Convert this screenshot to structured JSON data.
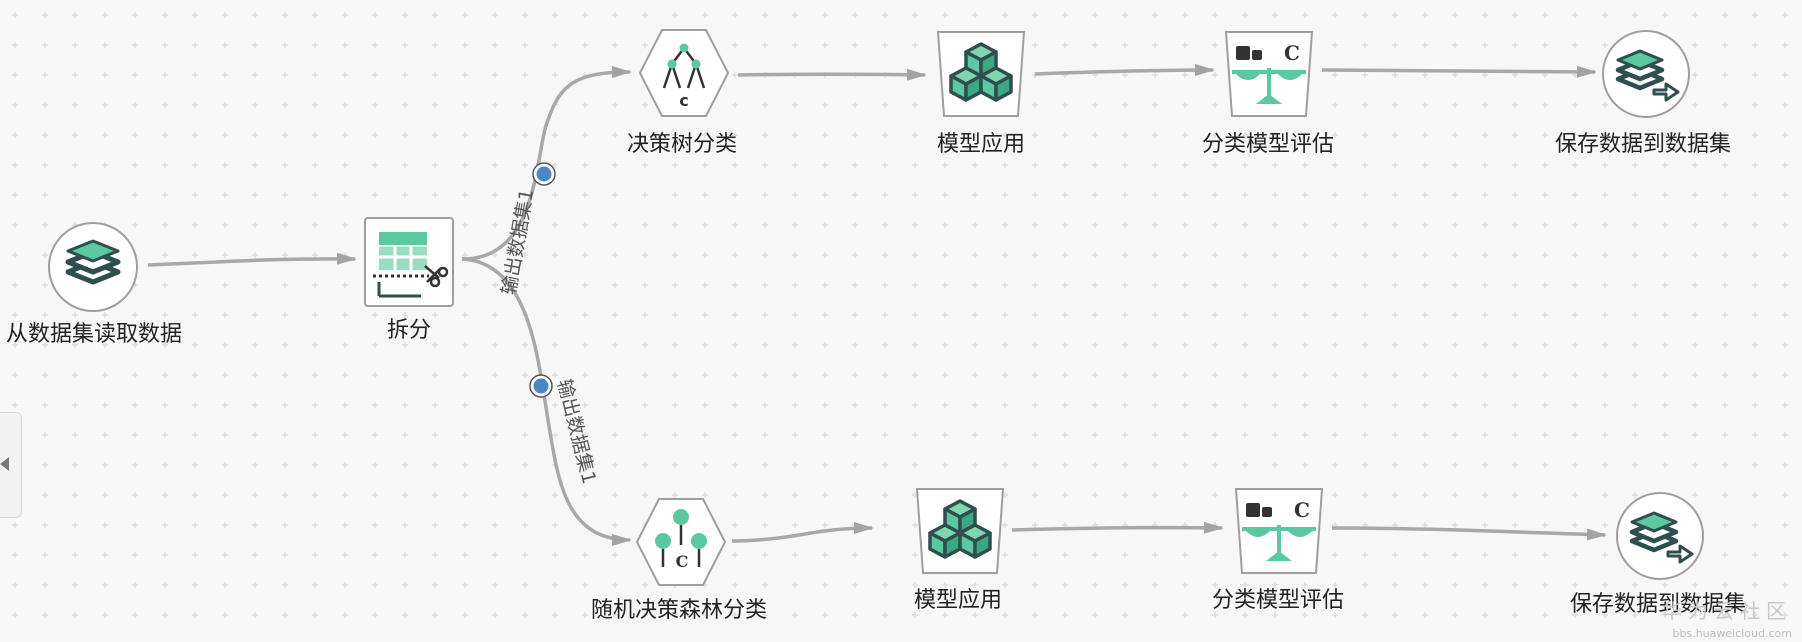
{
  "nodes": {
    "read_dataset": {
      "label": "从数据集读取数据"
    },
    "split": {
      "label": "拆分"
    },
    "decision_tree": {
      "label": "决策树分类"
    },
    "model_apply_1": {
      "label": "模型应用"
    },
    "eval_1": {
      "label": "分类模型评估"
    },
    "save_1": {
      "label": "保存数据到数据集"
    },
    "random_forest": {
      "label": "随机决策森林分类"
    },
    "model_apply_2": {
      "label": "模型应用"
    },
    "eval_2": {
      "label": "分类模型评估"
    },
    "save_2": {
      "label": "保存数据到数据集"
    }
  },
  "edges": {
    "split_out_1": "输出数据集1",
    "split_out_2": "输出数据集1"
  },
  "icon_glyphs": {
    "eval_letter": "C",
    "tree_letter": "c",
    "forest_letter": "C"
  },
  "watermark": {
    "text": "华为云社区",
    "sub": "bbs.huaweicloud.com"
  },
  "colors": {
    "accent_green": "#5cc8a0",
    "accent_dark": "#2f4f4f",
    "edge_gray": "#a8a8a8",
    "port_blue": "#4a86c8"
  }
}
